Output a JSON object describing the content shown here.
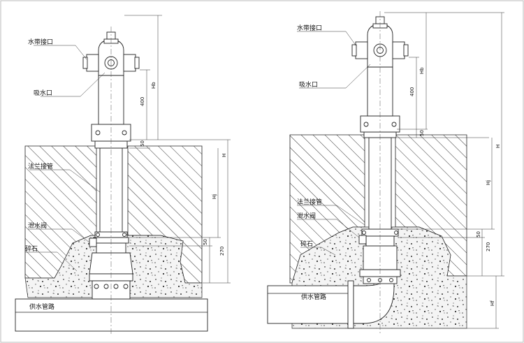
{
  "left": {
    "labels": {
      "hose_outlet": "水带接口",
      "suction_inlet": "吸水口",
      "flange_pipe": "法兰接管",
      "drain_valve": "泄水阀",
      "gravel": "碎石",
      "supply_pipe": "供水管路"
    },
    "dims": {
      "hb": "Hb",
      "d400": "400",
      "d50_top": "50",
      "h": "H",
      "hj": "Hj",
      "d50_bot": "50",
      "d270": "270"
    }
  },
  "right": {
    "labels": {
      "hose_outlet": "水带接口",
      "suction_inlet": "吸水口",
      "flange_pipe": "法兰接管",
      "drain_valve": "泄水阀",
      "gravel": "碎石",
      "supply_pipe": "供水管路"
    },
    "dims": {
      "hb": "Hb",
      "d400": "400",
      "d50_top": "50",
      "h": "H",
      "hj": "Hj",
      "d50_bot": "50",
      "d270": "270",
      "hf": "Hf"
    }
  }
}
